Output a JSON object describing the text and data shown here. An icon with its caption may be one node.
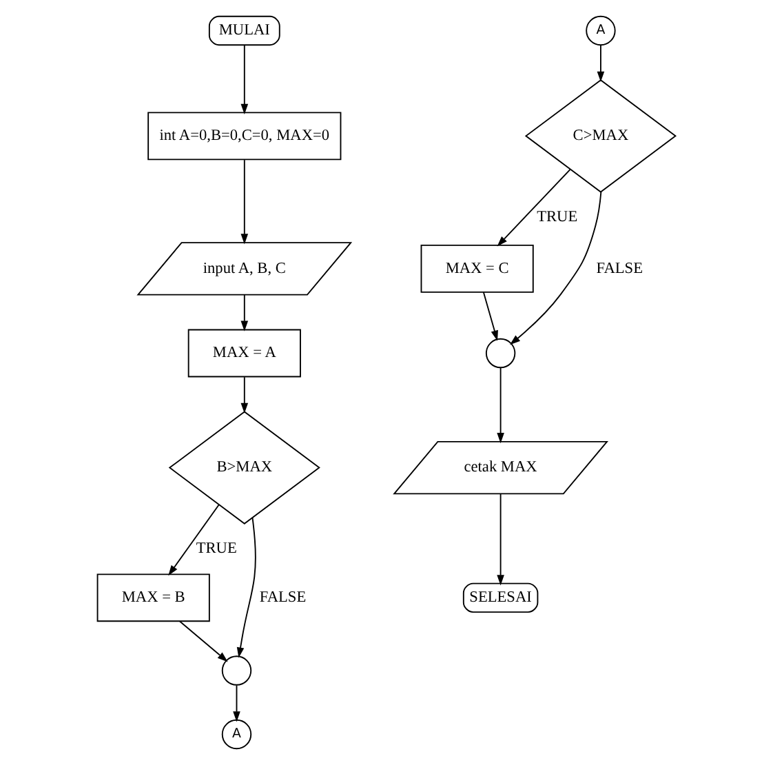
{
  "diagram": {
    "nodes": [
      {
        "text": [
          "MULAI"
        ]
      },
      {
        "text": [
          "int A=0,B=0,C=0, MAX=0"
        ]
      },
      {
        "text": [
          "input A, B, C"
        ]
      },
      {
        "text": [
          "MAX = A"
        ]
      },
      {
        "text": [
          "B>MAX"
        ]
      },
      {
        "text": [
          "MAX = B"
        ]
      },
      {
        "text": [],
        "shape": "circle"
      },
      {
        "text": [
          "A"
        ]
      },
      {
        "text": [
          "A"
        ]
      },
      {
        "text": [
          "C>MAX"
        ]
      },
      {
        "text": [
          "MAX = C"
        ]
      },
      {
        "text": [],
        "shape": "circle"
      },
      {
        "text": [
          "cetak MAX"
        ]
      },
      {
        "text": [
          "SELESAI"
        ]
      }
    ],
    "edges": [
      {
        "from": 0,
        "to": 1,
        "arrow": "to"
      },
      {
        "from": 1,
        "to": 2,
        "arrow": "to"
      },
      {
        "from": 2,
        "to": 3,
        "arrow": "to"
      },
      {
        "from": 3,
        "to": 4,
        "arrow": "to"
      },
      {
        "from": 4,
        "to": 5,
        "arrow": "to",
        "label": "TRUE"
      },
      {
        "from": 4,
        "to": 6,
        "arrow": "to",
        "label": "FALSE"
      },
      {
        "from": 5,
        "to": 6,
        "arrow": "to"
      },
      {
        "from": 6,
        "to": 7,
        "arrow": "to"
      },
      {
        "from": 8,
        "to": 9,
        "arrow": "to"
      },
      {
        "from": 9,
        "to": 10,
        "arrow": "to",
        "label": "TRUE"
      },
      {
        "from": 9,
        "to": 11,
        "arrow": "to",
        "label": "FALSE"
      },
      {
        "from": 10,
        "to": 11,
        "arrow": "to"
      },
      {
        "from": 11,
        "to": 12,
        "arrow": "to"
      },
      {
        "from": 12,
        "to": 13,
        "arrow": "to"
      }
    ]
  }
}
